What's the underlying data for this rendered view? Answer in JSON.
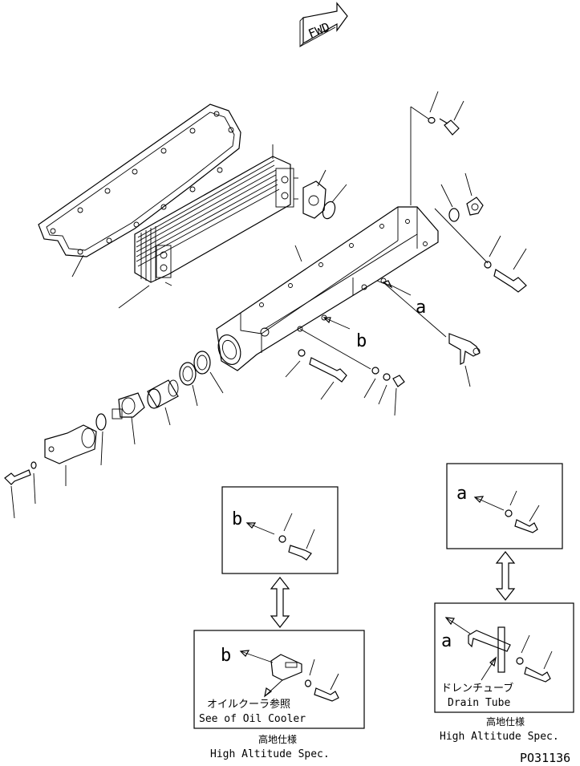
{
  "fwd_label": "FWD",
  "ref_a": "a",
  "ref_b": "b",
  "drain_tube_jp": "ドレンチューブ",
  "drain_tube_en": "Drain Tube",
  "see_oil_cooler_jp": "オイルクーラ参照",
  "see_oil_cooler_en": "See of Oil Cooler",
  "high_altitude_jp": "高地仕様",
  "high_altitude_en": "High Altitude Spec.",
  "drawing_number": "PO31136"
}
